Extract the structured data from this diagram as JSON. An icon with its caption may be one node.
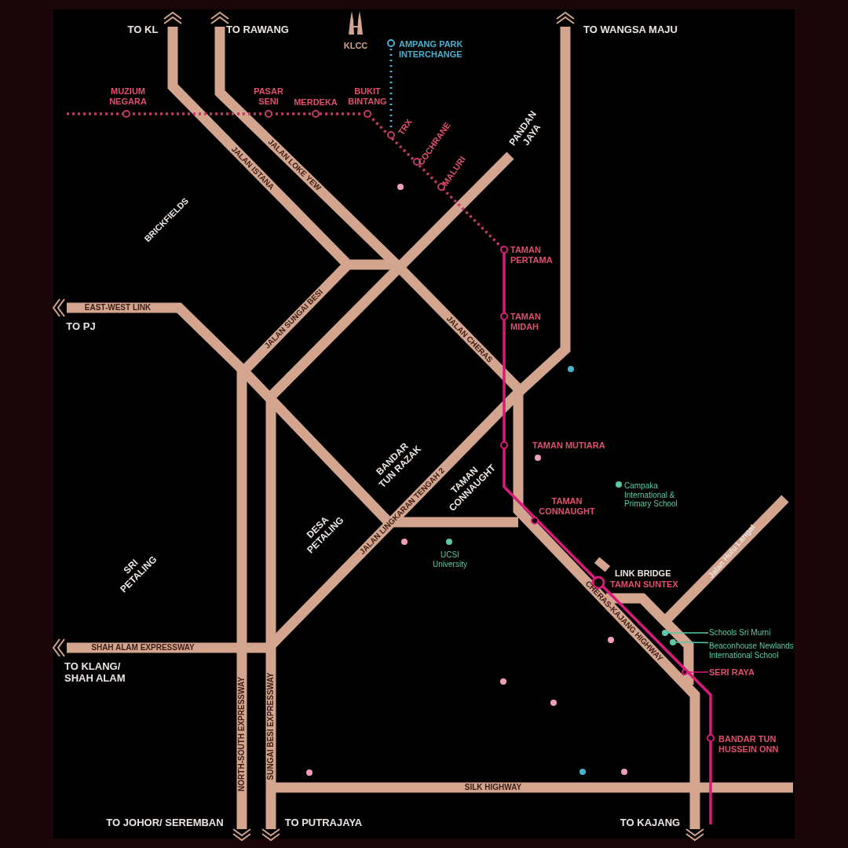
{
  "diagram": {
    "nodes": [
      {
        "text": [
          "Schools Sri Murni"
        ]
      },
      {
        "text": [],
        "shape": "circle"
      },
      {
        "text": [
          "Beaconhouse Newlands International School"
        ]
      },
      {
        "text": [],
        "shape": "circle"
      },
      {
        "text": [
          "SERI RAYA"
        ]
      },
      {
        "text": [],
        "shape": "circle"
      }
    ],
    "edges": [
      {
        "from": 0,
        "to": 1,
        "arrow": "none"
      },
      {
        "from": 2,
        "to": 3,
        "arrow": "none"
      },
      {
        "from": 4,
        "to": 5,
        "arrow": "none",
        "color": "#d81b7a"
      }
    ],
    "labels": [
      "TO KL",
      "TO RAWANG",
      "KLCC",
      "AMPANG PARK INTERCHANGE",
      "TO WANGSA MAJU",
      "MUZIUM NEGARA",
      "PASAR SENI",
      "MERDEKA",
      "BUKIT BINTANG",
      "TRX",
      "COCHRANE",
      "MALURI",
      "PANDAN JAYA",
      "JALAN ISTANA",
      "JALAN LOKE YEW",
      "BRICKFIELDS",
      "TAMAN PERTAMA",
      "EAST-WEST LINK",
      "TO PJ",
      "JALAN SUNGAI BESI",
      "TAMAN MIDAH",
      "JALAN CHERAS",
      "BANDAR TUN RAZAK",
      "TAMAN MUTIARA",
      "TAMAN CONNAUGHT",
      "JALAN LINGKARAN TENGAH 2",
      "DESA PETALING",
      "Campaka International & Primary School",
      "TAMAN CONNAUGHT",
      "UCSI University",
      "LINK BRIDGE",
      "TAMAN SUNTEX",
      "Jalan Hulu Langat",
      "SRI PETALING",
      "CHERAS-KAJANG HIGHWAY",
      "SHAH ALAM EXPRESSWAY",
      "TO KLANG/ SHAH ALAM",
      "NORTH-SOUTH EXPRESSWAY",
      "SUNGAI BESI EXPRESSWAY",
      "BANDAR TUN HUSSEIN ONN",
      "SILK HIGHWAY",
      "TO JOHOR/ SEREMBAN",
      "TO PUTRAJAYA",
      "TO KAJANG"
    ]
  }
}
